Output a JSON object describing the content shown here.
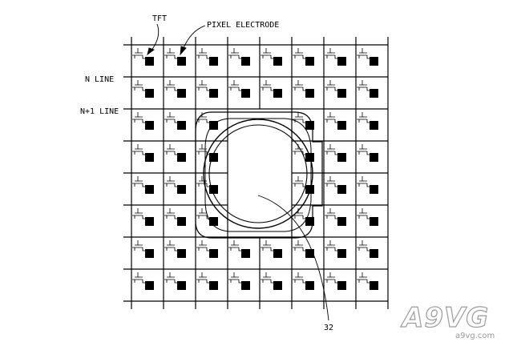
{
  "labels": {
    "tft": "TFT",
    "pixel_electrode": "PIXEL ELECTRODE",
    "n_line": "N LINE",
    "n1_line": "N+1 LINE",
    "ref_32": "32"
  },
  "watermark": {
    "logo_text": "A9VG",
    "url": "a9vg.com"
  },
  "grid": {
    "columns": 8,
    "rows": 8,
    "cutout_columns": [
      3,
      4
    ],
    "cutout_rows": [
      2,
      3,
      4,
      5
    ]
  },
  "colors": {
    "line": "#000000",
    "electrode": "#000000",
    "watermark": "#9a9a9a"
  }
}
